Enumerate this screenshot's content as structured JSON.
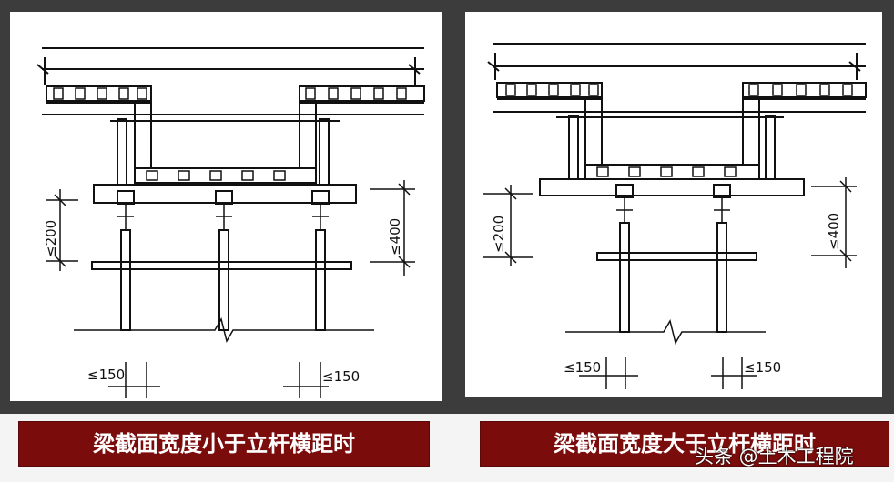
{
  "left": {
    "caption": "梁截面宽度小于立杆横距时",
    "dims": {
      "spacing_left": "≤200",
      "spacing_right": "≤400",
      "offset_a": "≤150",
      "offset_b": "≤150"
    }
  },
  "right": {
    "caption": "梁截面宽度大于立杆横距时",
    "dims": {
      "spacing_left": "≤200",
      "spacing_right": "≤400",
      "offset_a": "≤150",
      "offset_b": "≤150"
    }
  },
  "watermark": "头条 @土木工程院",
  "colors": {
    "background": "#3c3c3c",
    "caption_bg": "#7b0c0c",
    "caption_text": "#ffffff",
    "drawing": "#111111"
  }
}
